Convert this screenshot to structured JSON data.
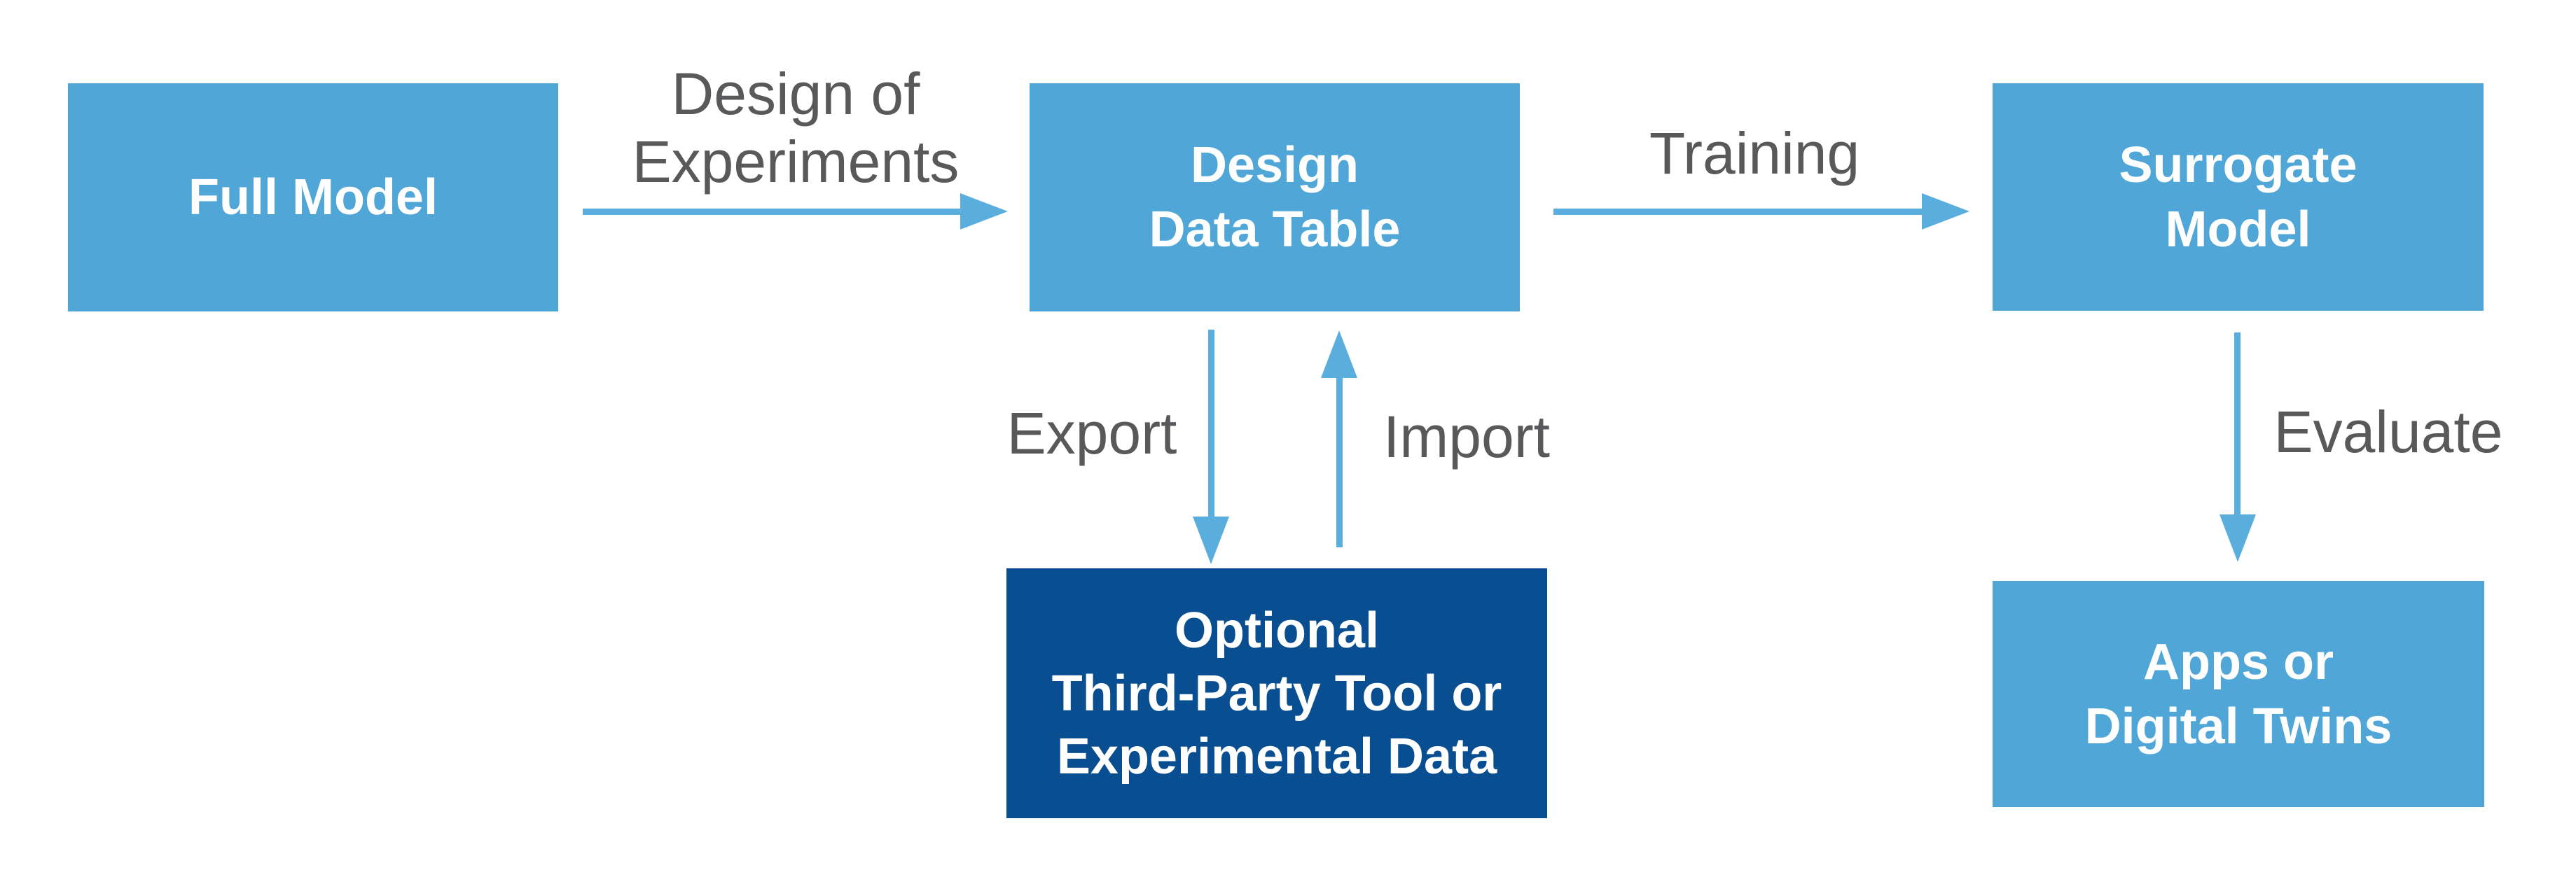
{
  "colors": {
    "box_blue": "#4FA6D7",
    "dark_blue": "#094E90",
    "arrow_blue": "#5AAEDE",
    "label_gray": "#58595B",
    "box_text": "#FFFFFF"
  },
  "nodes": {
    "full_model": {
      "line1": "Full Model"
    },
    "design_data_table": {
      "line1": "Design",
      "line2": "Data Table"
    },
    "surrogate_model": {
      "line1": "Surrogate",
      "line2": "Model"
    },
    "third_party": {
      "line1": "Optional",
      "line2": "Third-Party Tool or",
      "line3": "Experimental Data"
    },
    "apps": {
      "line1": "Apps or",
      "line2": "Digital Twins"
    }
  },
  "edge_labels": {
    "doe": {
      "line1": "Design of",
      "line2": "Experiments"
    },
    "training": "Training",
    "export": "Export",
    "import": "Import",
    "evaluate": "Evaluate"
  }
}
